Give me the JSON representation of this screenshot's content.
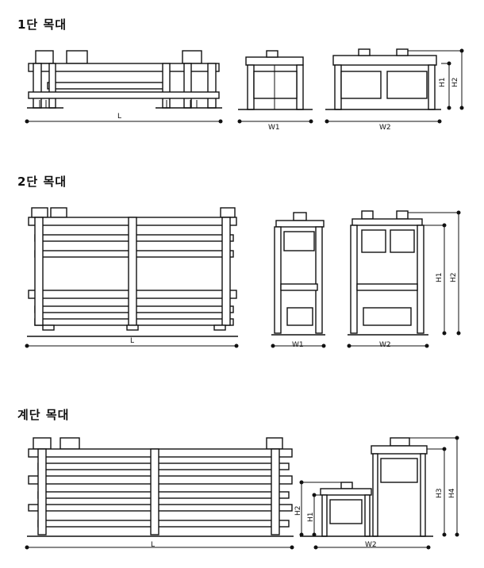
{
  "sections": [
    {
      "title": "1단 목대",
      "labels": {
        "L": "L",
        "W1": "W1",
        "W2": "W2",
        "H1": "H1",
        "H2": "H2"
      }
    },
    {
      "title": "2단 목대",
      "labels": {
        "L": "L",
        "W1": "W1",
        "W2": "W2",
        "H1": "H1",
        "H2": "H2"
      }
    },
    {
      "title": "계단 목대",
      "labels": {
        "L": "L",
        "W2": "W2",
        "H1": "H1",
        "H2": "H2",
        "H3": "H3",
        "H4": "H4"
      }
    }
  ]
}
